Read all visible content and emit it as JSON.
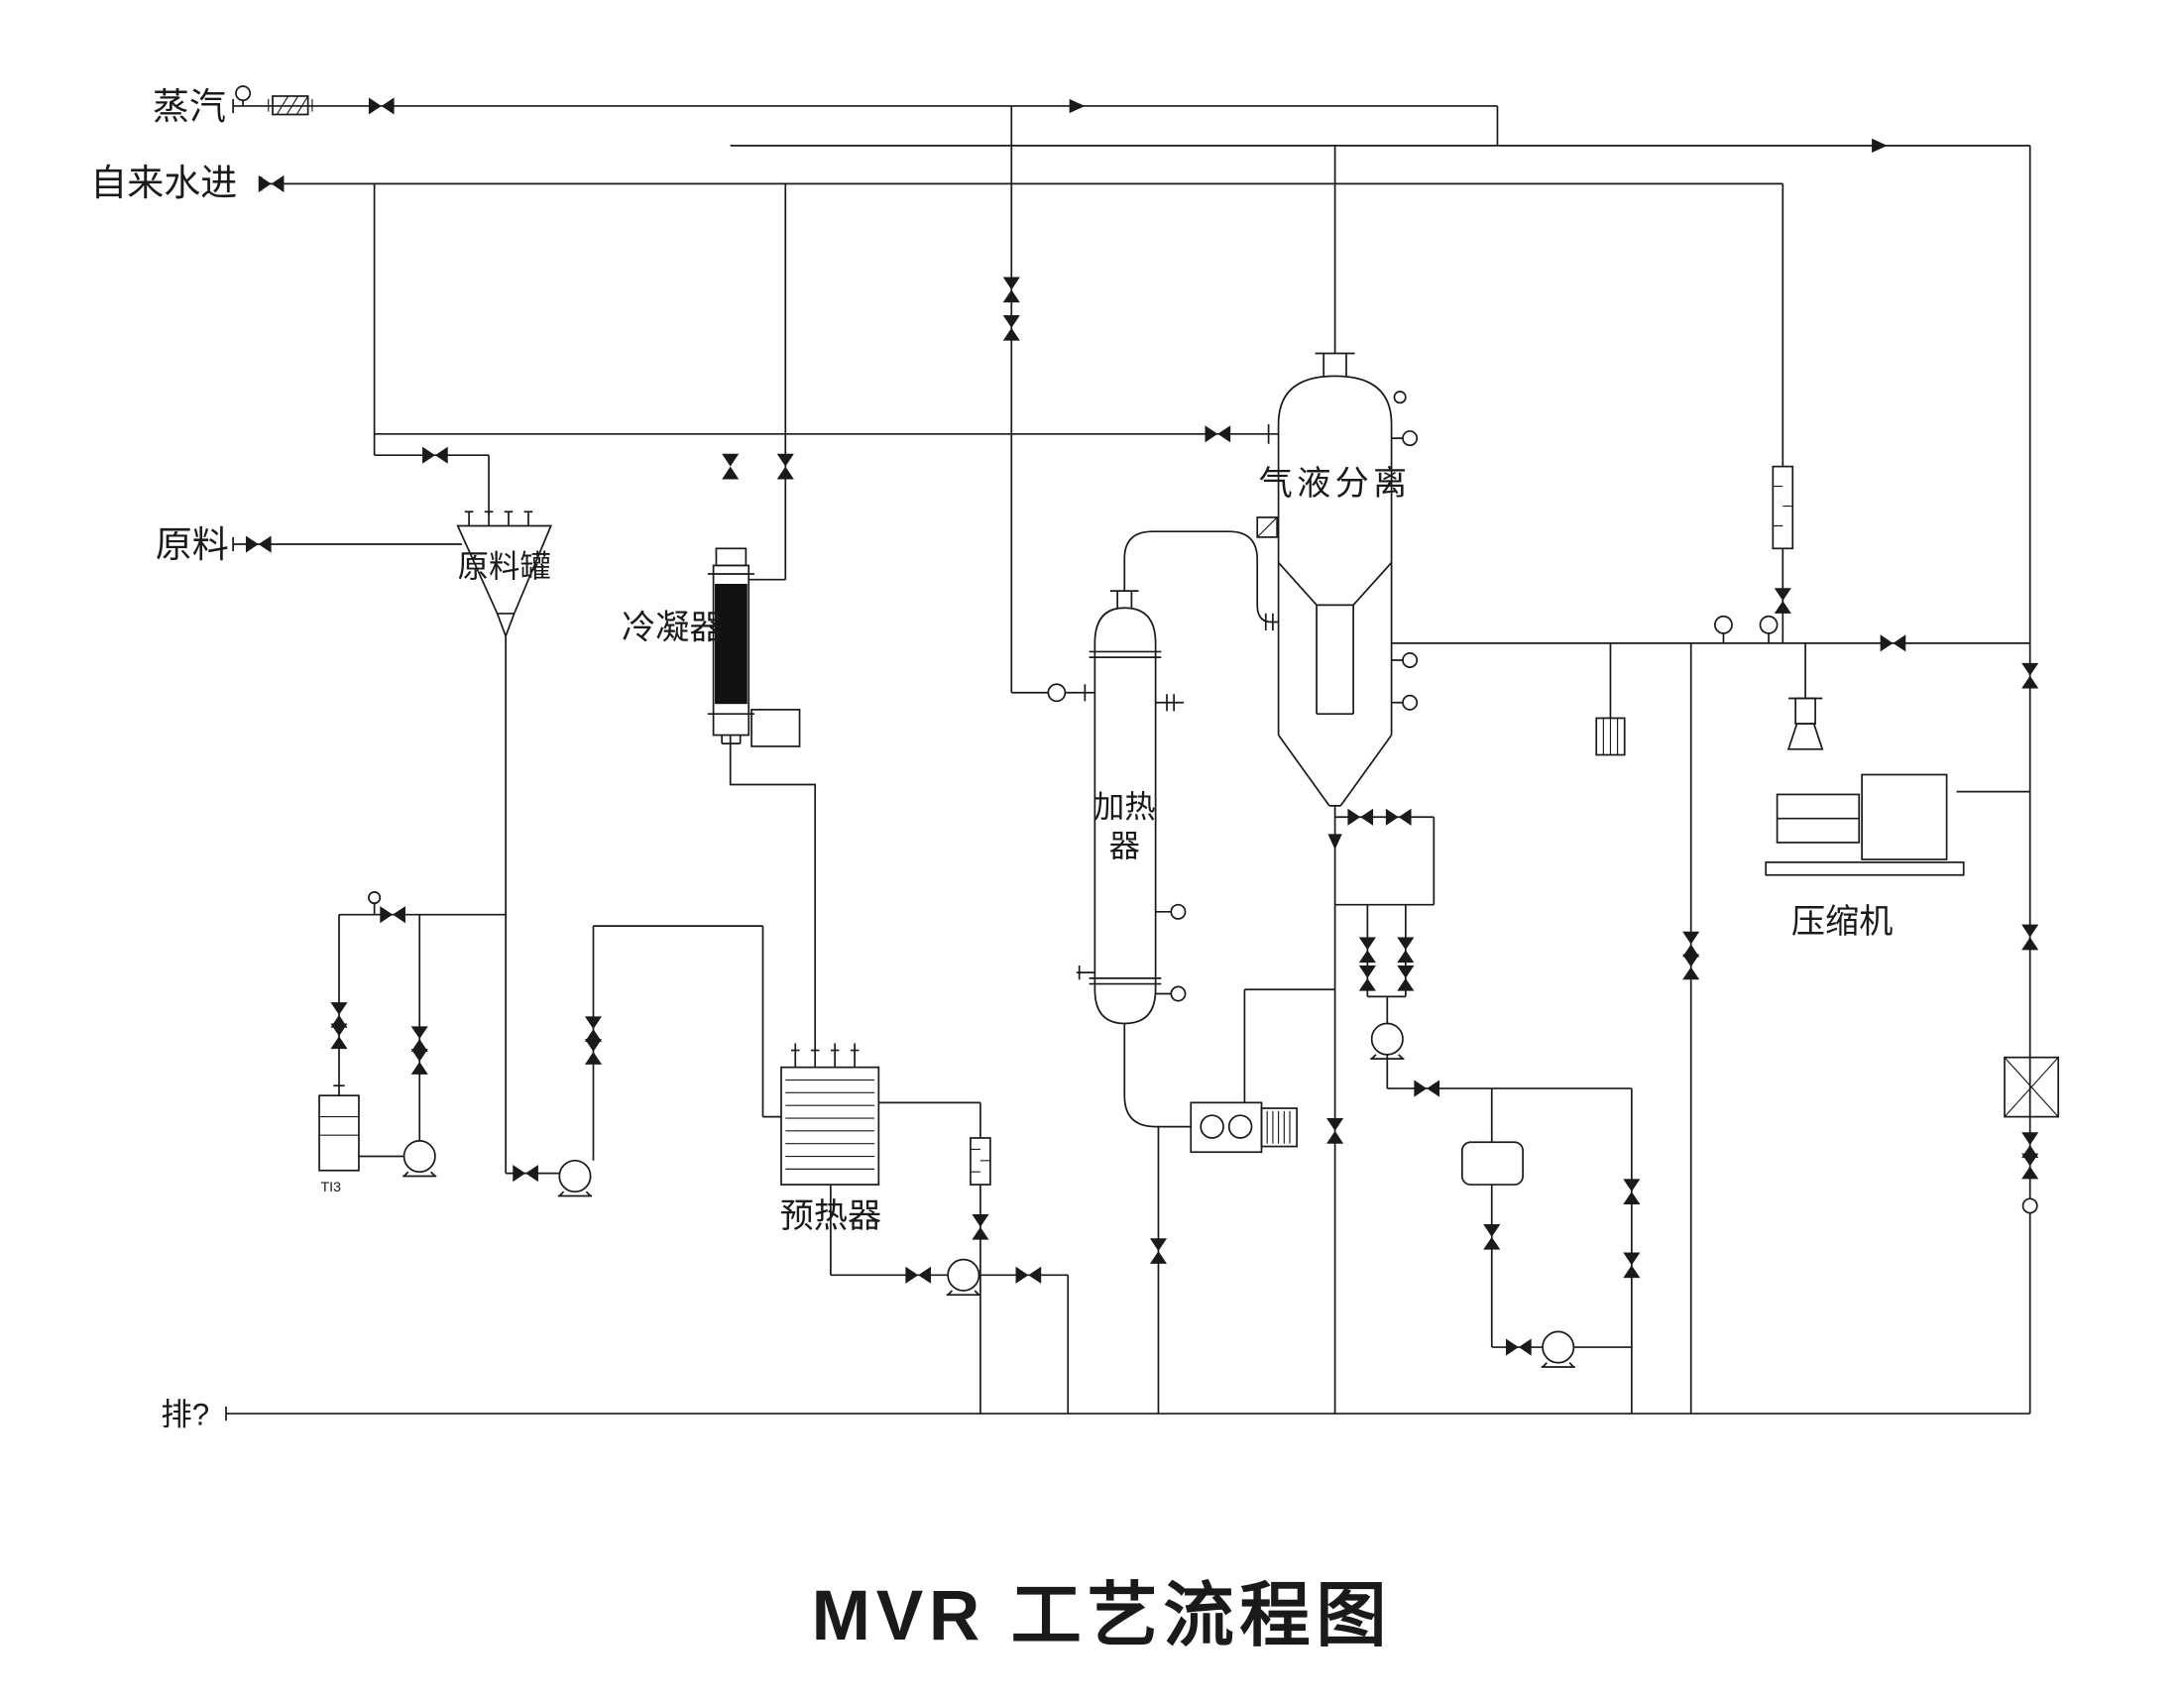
{
  "diagram": {
    "title": "MVR 工艺流程图",
    "labels": {
      "steam": "蒸汽",
      "tap_water_in": "自来水进",
      "raw_material": "原料",
      "raw_material_tank": "原料罐",
      "condenser": "冷凝器",
      "heater_top": "加热",
      "heater_bottom": "器",
      "separator": "气液分离",
      "compressor": "压缩机",
      "preheater": "预热器",
      "drain": "排?",
      "tank_tag": "TI3"
    },
    "colors": {
      "line": "#1a1a1a",
      "equipment_fill": "#111111",
      "background": "#ffffff"
    }
  }
}
